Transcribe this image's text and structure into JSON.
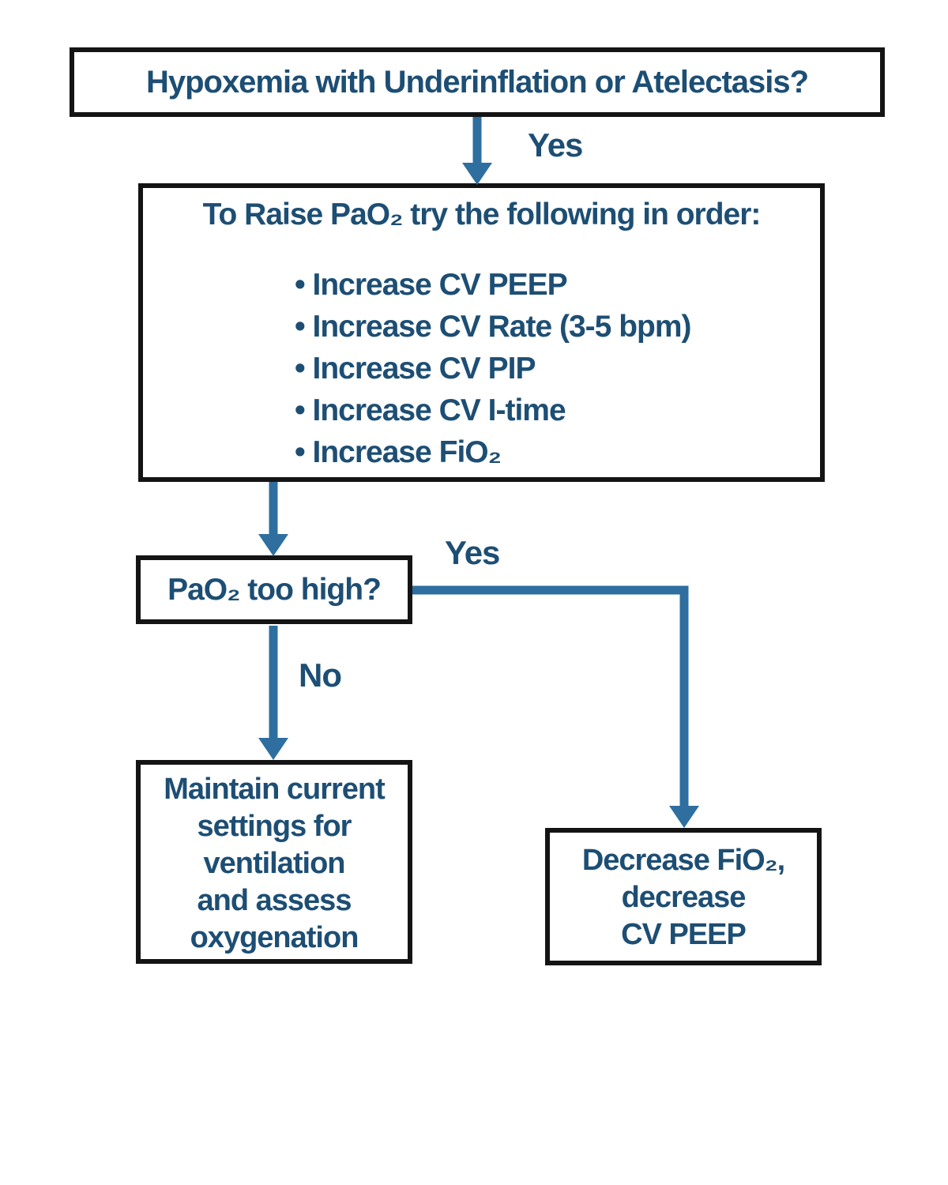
{
  "colors": {
    "ink": "#1d4e74",
    "arrow": "#2e6f9f",
    "box_border": "#141414",
    "background": "#ffffff"
  },
  "nodes": {
    "start": {
      "text": "Hypoxemia with Underinflation or Atelectasis?"
    },
    "raise": {
      "heading": "To Raise PaO₂ try the following in order:",
      "bullets": [
        "Increase CV PEEP",
        "Increase CV Rate (3-5 bpm)",
        "Increase CV PIP",
        "Increase CV I-time",
        "Increase FiO₂"
      ]
    },
    "decision": {
      "text": "PaO₂ too high?"
    },
    "maintain": {
      "lines": [
        "Maintain current",
        "settings for",
        "ventilation",
        "and assess",
        "oxygenation"
      ]
    },
    "decrease": {
      "lines": [
        "Decrease FiO₂,",
        "decrease",
        "CV PEEP"
      ]
    }
  },
  "edge_labels": {
    "start_yes": "Yes",
    "decision_yes": "Yes",
    "decision_no": "No"
  }
}
